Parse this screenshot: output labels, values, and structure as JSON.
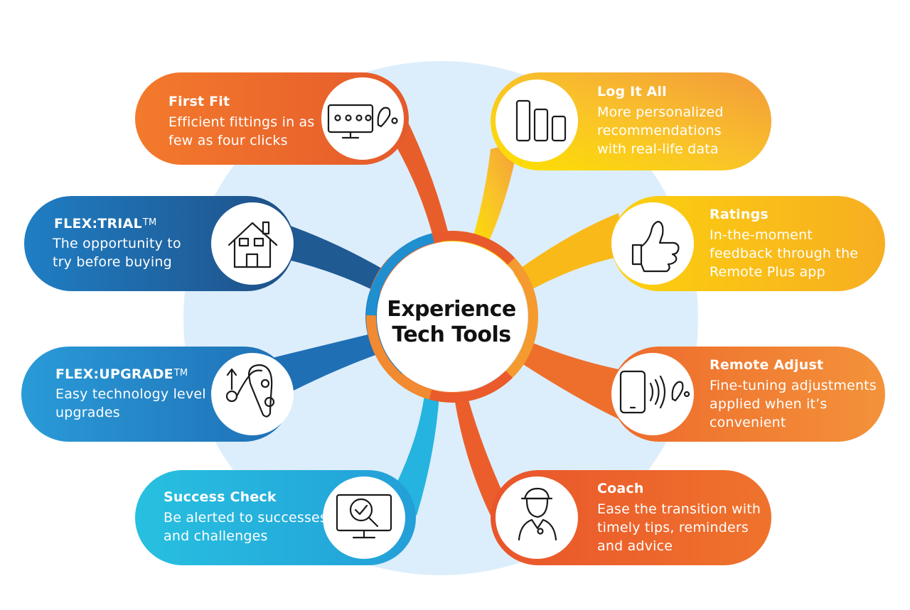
{
  "center": {
    "line1": "Experience",
    "line2": "Tech Tools"
  },
  "colors": {
    "background_circle": "#dceefb",
    "orange_dark": "#ea5a2b",
    "orange": "#ef7a2e",
    "orange_light": "#f5a03a",
    "yellow": "#f7b81d",
    "yellow_bright": "#fde500",
    "blue_dark": "#1e5d98",
    "blue": "#1f86c9",
    "blue_light": "#2bb3e1",
    "cyan": "#25b9df"
  },
  "tools": [
    {
      "id": "first-fit",
      "title": "First Fit",
      "tm": "",
      "desc": [
        "Efficient fittings in as",
        "few as four clicks"
      ],
      "icon": "monitor-fitting-icon"
    },
    {
      "id": "log-it-all",
      "title": "Log It All",
      "tm": "",
      "desc": [
        "More personalized",
        "recommendations",
        "with real-life data"
      ],
      "icon": "bar-chart-icon"
    },
    {
      "id": "flex-trial",
      "title": "FLEX:TRIAL",
      "tm": "TM",
      "desc": [
        "The opportunity to",
        "try before buying"
      ],
      "icon": "house-icon"
    },
    {
      "id": "ratings",
      "title": "Ratings",
      "tm": "",
      "desc": [
        "In-the-moment",
        "feedback through the",
        "Remote Plus app"
      ],
      "icon": "thumbs-up-icon"
    },
    {
      "id": "flex-upgrade",
      "title": "FLEX:UPGRADE",
      "tm": "TM",
      "desc": [
        "Easy technology level",
        "upgrades"
      ],
      "icon": "hearing-aid-upgrade-icon"
    },
    {
      "id": "remote-adjust",
      "title": "Remote Adjust",
      "tm": "",
      "desc": [
        "Fine-tuning adjustments",
        "applied when it’s",
        "convenient"
      ],
      "icon": "phone-hearing-aid-icon"
    },
    {
      "id": "success-check",
      "title": "Success Check",
      "tm": "",
      "desc": [
        "Be alerted to successes",
        "and challenges"
      ],
      "icon": "monitor-check-icon"
    },
    {
      "id": "coach",
      "title": "Coach",
      "tm": "",
      "desc": [
        "Ease the transition with",
        "timely tips, reminders",
        "and advice"
      ],
      "icon": "coach-icon"
    }
  ]
}
